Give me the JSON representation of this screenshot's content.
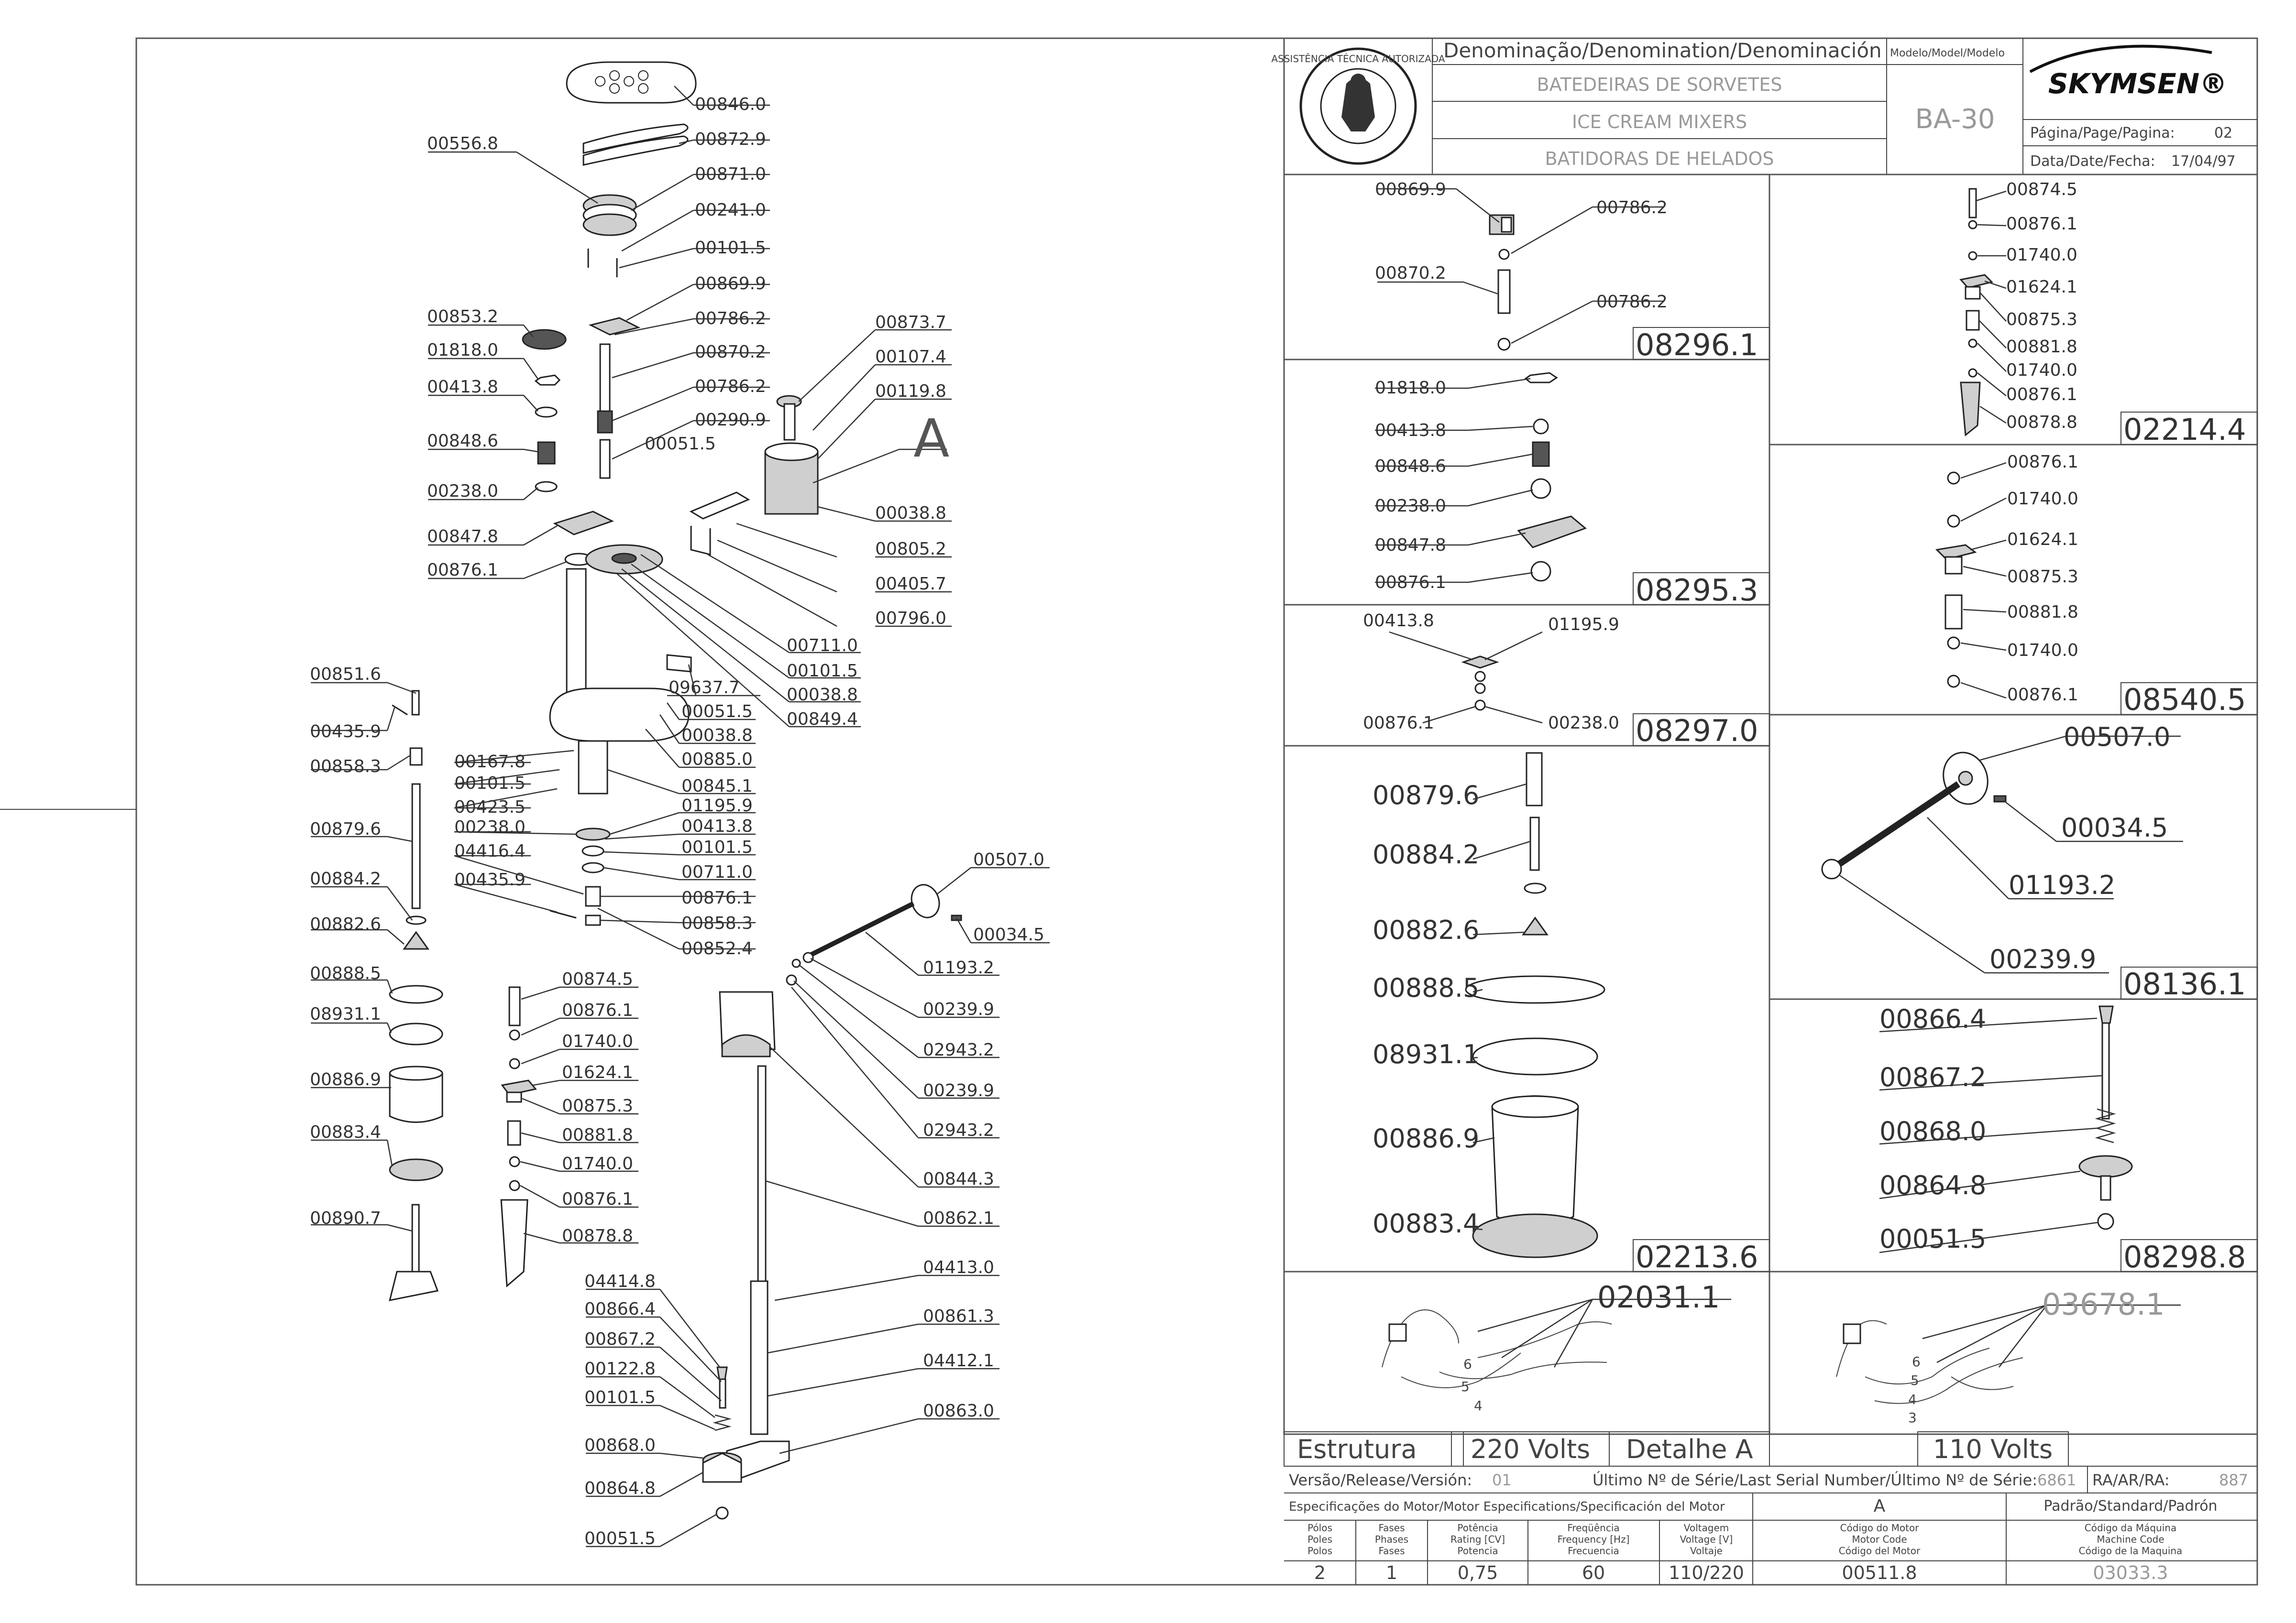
{
  "header": {
    "badge_text": "ASSISTÊNCIA TÉCNICA AUTORIZADA",
    "denomination_label": "Denominação/Denomination/Denominación",
    "model_label": "Modelo/Model/Modelo",
    "brand": "SKYMSEN®",
    "name_pt": "BATEDEIRAS DE SORVETES",
    "name_en": "ICE CREAM MIXERS",
    "name_es": "BATIDORAS DE HELADOS",
    "model": "BA-30",
    "page_label": "Página/Page/Pagina:",
    "page_value": "02",
    "date_label": "Data/Date/Fecha:",
    "date_value": "17/04/97"
  },
  "main_labels": {
    "left": [
      "00556.8",
      "00853.2",
      "01818.0",
      "00413.8",
      "00848.6",
      "00238.0",
      "00847.8",
      "00876.1"
    ],
    "right": [
      "00846.0",
      "00872.9",
      "00871.0",
      "00241.0",
      "00101.5",
      "00869.9",
      "00786.2",
      "00870.2",
      "00786.2",
      "00290.9"
    ],
    "motor": [
      "00873.7",
      "00107.4",
      "00119.8",
      "00051.5",
      "00038.8",
      "00805.2",
      "00405.7",
      "00796.0",
      "00711.0",
      "00101.5",
      "00038.8",
      "00849.4"
    ],
    "section_A": "A",
    "body_right": [
      "09637.7",
      "00051.5",
      "00038.8",
      "00885.0",
      "00845.1",
      "01195.9",
      "00413.8",
      "00101.5",
      "00711.0",
      "00876.1",
      "00858.3",
      "00852.4"
    ],
    "body_left": [
      "00167.8",
      "00101.5",
      "00423.5",
      "00238.0",
      "04416.4",
      "00435.9"
    ],
    "shaft_left": [
      "00851.6",
      "00435.9",
      "00858.3",
      "00879.6",
      "00884.2",
      "00882.6",
      "00888.5",
      "08931.1",
      "00886.9",
      "00883.4",
      "00890.7"
    ],
    "agitator": [
      "00874.5",
      "00876.1",
      "01740.0",
      "01624.1",
      "00875.3",
      "00881.8",
      "01740.0",
      "00876.1",
      "00878.8"
    ],
    "crank": [
      "00507.0",
      "00034.5",
      "01193.2",
      "00239.9",
      "02943.2",
      "00239.9",
      "02943.2",
      "00844.3",
      "00862.1",
      "04413.0",
      "00861.3",
      "04412.1",
      "00863.0"
    ],
    "valve": [
      "04414.8",
      "00866.4",
      "00867.2",
      "00122.8",
      "00101.5",
      "00868.0",
      "00864.8",
      "00051.5"
    ]
  },
  "detail_boxes": {
    "b08296": {
      "code": "08296.1",
      "labels": [
        "00869.9",
        "00786.2",
        "00870.2",
        "00786.2"
      ]
    },
    "b08295": {
      "code": "08295.3",
      "labels": [
        "01818.0",
        "00413.8",
        "00848.6",
        "00238.0",
        "00847.8",
        "00876.1"
      ]
    },
    "b08297": {
      "code": "08297.0",
      "labels": [
        "00413.8",
        "01195.9",
        "00876.1",
        "00238.0"
      ]
    },
    "b02213": {
      "code": "02213.6",
      "labels": [
        "00879.6",
        "00884.2",
        "00882.6",
        "00888.5",
        "08931.1",
        "00886.9",
        "00883.4"
      ]
    },
    "b02214": {
      "code": "02214.4",
      "labels": [
        "00874.5",
        "00876.1",
        "01740.0",
        "01624.1",
        "00875.3",
        "00881.8",
        "01740.0",
        "00876.1",
        "00878.8"
      ]
    },
    "b08540": {
      "code": "08540.5",
      "labels": [
        "00876.1",
        "01740.0",
        "01624.1",
        "00875.3",
        "00881.8",
        "01740.0",
        "00876.1"
      ]
    },
    "b08136": {
      "code": "08136.1",
      "labels": [
        "00507.0",
        "00034.5",
        "01193.2",
        "00239.9"
      ]
    },
    "b08298": {
      "code": "08298.8",
      "labels": [
        "00866.4",
        "00867.2",
        "00868.0",
        "00864.8",
        "00051.5"
      ]
    },
    "b02031": {
      "code": "02031.1",
      "wires": [
        "6",
        "5",
        "4"
      ]
    },
    "b03678": {
      "code": "03678.1",
      "wires": [
        "6",
        "5",
        "4",
        "3"
      ]
    }
  },
  "footer": {
    "structure": "Estrutura",
    "volts220": "220 Volts",
    "detail": "Detalhe A",
    "volts110": "110 Volts",
    "release_label": "Versão/Release/Versión:",
    "release_value": "01",
    "serial_label": "Último Nº de Série/Last Serial Number/Último Nº de Série:",
    "serial_value": "6861",
    "ra_label": "RA/AR/RA:",
    "ra_value": "887",
    "motor_spec_label": "Especificações do Motor/Motor Especifications/Specificación del Motor",
    "A": "A",
    "standard_label": "Padrão/Standard/Padrón",
    "cols": [
      {
        "head": "Pólos\nPoles\nPolos",
        "value": "2"
      },
      {
        "head": "Fases\nPhases\nFases",
        "value": "1"
      },
      {
        "head": "Potência\nRating [CV]\nPotencia",
        "value": "0,75"
      },
      {
        "head": "Freqüência\nFrequency [Hz]\nFrecuencia",
        "value": "60"
      },
      {
        "head": "Voltagem\nVoltage [V]\nVoltaje",
        "value": "110/220"
      },
      {
        "head": "Código do Motor\nMotor Code\nCódigo del Motor",
        "value": "00511.8"
      },
      {
        "head": "Código da Máquina\nMachine Code\nCódigo de la Maquina",
        "value": "03033.3"
      }
    ]
  }
}
